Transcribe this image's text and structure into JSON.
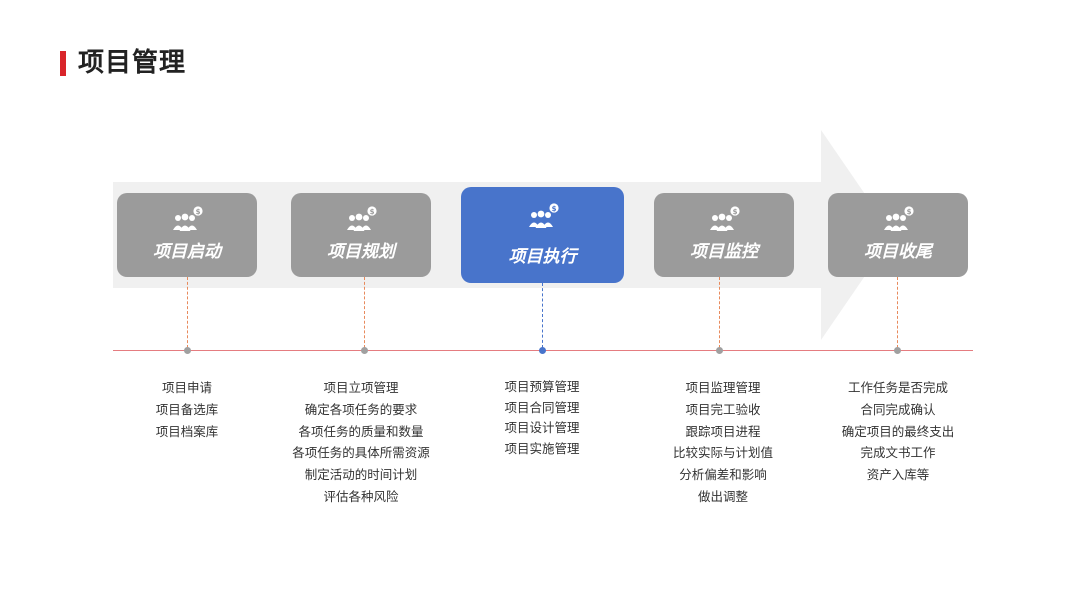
{
  "header": {
    "title": "项目管理"
  },
  "colors": {
    "accent": "#d9252a",
    "active": "#4874cb",
    "inactive": "#9b9b9b",
    "timeline": "#e57c80",
    "connector": "#e88a5c"
  },
  "stages": [
    {
      "label": "项目启动",
      "active": false,
      "items": [
        "项目申请",
        "项目备选库",
        "项目档案库"
      ]
    },
    {
      "label": "项目规划",
      "active": false,
      "items": [
        "项目立项管理",
        "确定各项任务的要求",
        "各项任务的质量和数量",
        "各项任务的具体所需资源",
        "制定活动的时间计划",
        "评估各种风险"
      ]
    },
    {
      "label": "项目执行",
      "active": true,
      "items": [
        "项目预算管理",
        "项目合同管理",
        "项目设计管理",
        "项目实施管理"
      ]
    },
    {
      "label": "项目监控",
      "active": false,
      "items": [
        "项目监理管理",
        "项目完工验收",
        "跟踪项目进程",
        "比较实际与计划值",
        "分析偏差和影响",
        "做出调整"
      ]
    },
    {
      "label": "项目收尾",
      "active": false,
      "items": [
        "工作任务是否完成",
        "合同完成确认",
        "确定项目的最终支出",
        "完成文书工作",
        "资产入库等"
      ]
    }
  ]
}
